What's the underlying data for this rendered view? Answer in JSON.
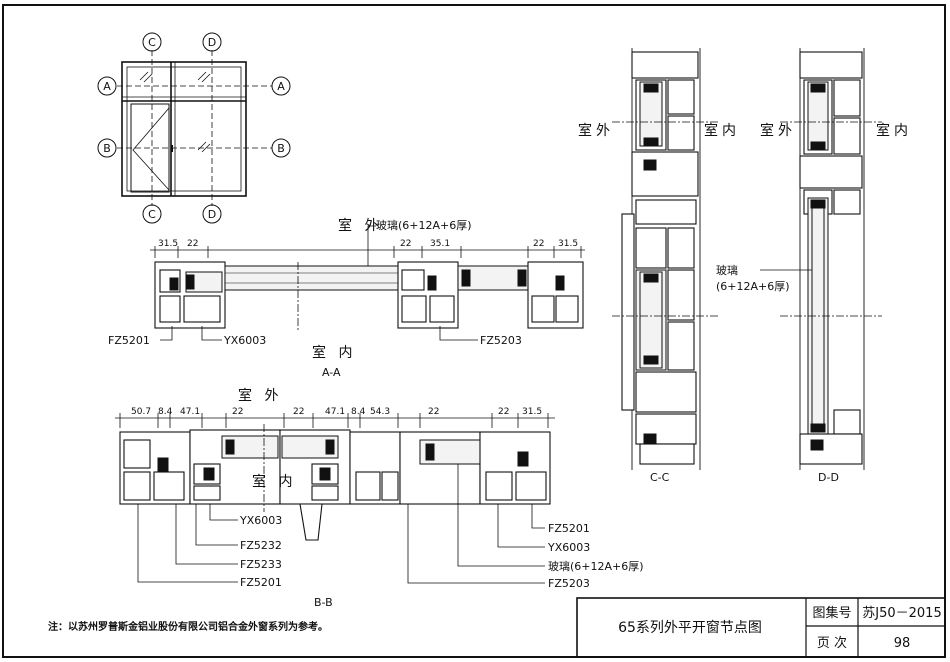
{
  "key_plan": {
    "markers": {
      "c": "C",
      "d": "D",
      "a": "A",
      "b": "B"
    }
  },
  "section_aa": {
    "outside": "室  外",
    "inside": "室  内",
    "caption": "A-A",
    "dims": [
      "31.5",
      "22",
      "22",
      "35.1",
      "22",
      "31.5"
    ],
    "labels": {
      "glass": "玻璃(6+12A+6厚)",
      "fz5201": "FZ5201",
      "yx6003": "YX6003",
      "fz5203": "FZ5203"
    }
  },
  "section_bb": {
    "outside": "室  外",
    "inside": "室  内",
    "caption": "B-B",
    "dims": [
      "50.7",
      "8.4",
      "47.1",
      "22",
      "22",
      "47.1",
      "8.4",
      "54.3",
      "22",
      "22",
      "31.5"
    ],
    "labels_left": [
      "YX6003",
      "FZ5232",
      "FZ5233",
      "FZ5201"
    ],
    "labels_right": [
      "FZ5201",
      "YX6003",
      "玻璃(6+12A+6厚)",
      "FZ5203"
    ]
  },
  "section_cc": {
    "outside": "室外",
    "inside": "室内",
    "caption": "C-C"
  },
  "section_dd": {
    "outside": "室外",
    "inside": "室内",
    "caption": "D-D",
    "glass_label_1": "玻璃",
    "glass_label_2": "(6+12A+6厚)"
  },
  "note": "注：以苏州罗普斯金铝业股份有限公司铝合金外窗系列为参考。",
  "title_block": {
    "title": "65系列外平开窗节点图",
    "atlas_label": "图集号",
    "atlas_no": "苏J50－2015",
    "page_label": "页  次",
    "page_no": "98"
  }
}
